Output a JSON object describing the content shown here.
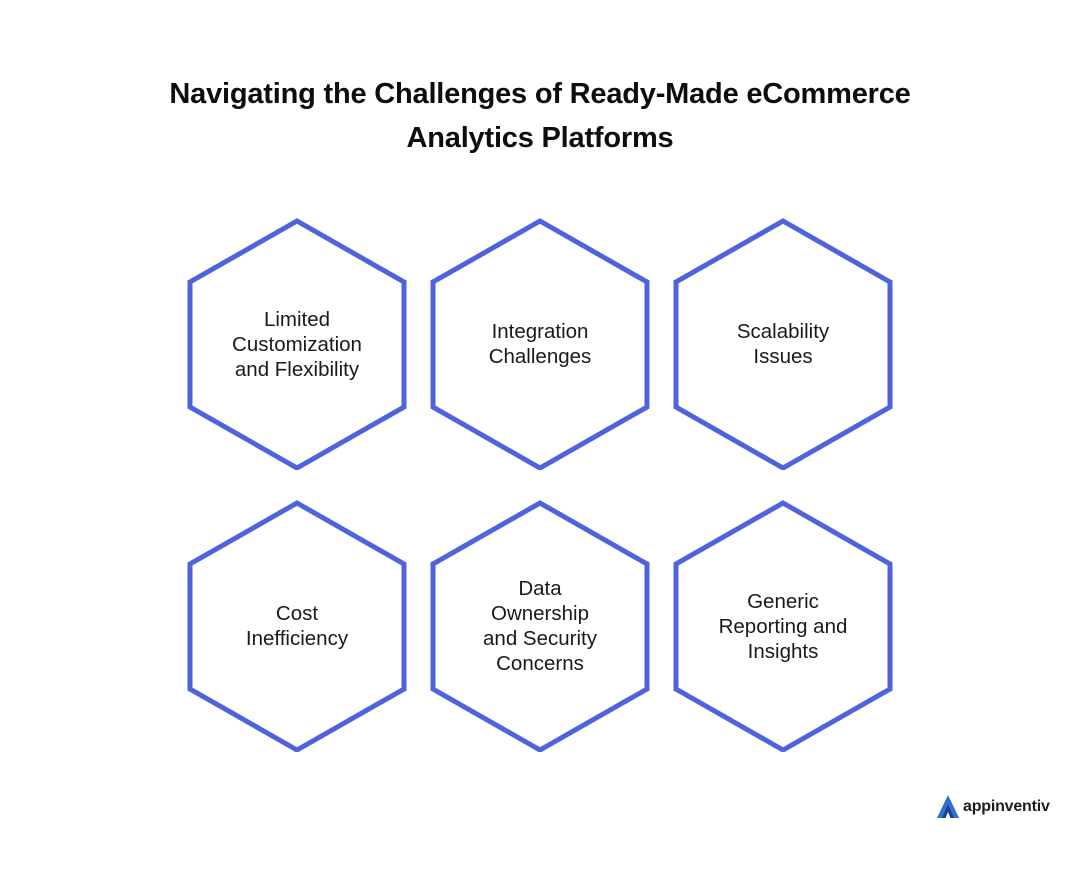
{
  "title": {
    "line1": "Navigating the Challenges of Ready-Made eCommerce",
    "line2": "Analytics Platforms"
  },
  "accent_color": "#4f63dd",
  "hexagons": [
    {
      "lines": [
        "Limited",
        "Customization",
        "and Flexibility"
      ]
    },
    {
      "lines": [
        "Integration",
        "Challenges"
      ]
    },
    {
      "lines": [
        "Scalability",
        "Issues"
      ]
    },
    {
      "lines": [
        "Cost",
        "Inefficiency"
      ]
    },
    {
      "lines": [
        "Data",
        "Ownership",
        "and Security",
        "Concerns"
      ]
    },
    {
      "lines": [
        "Generic",
        "Reporting and",
        "Insights"
      ]
    }
  ],
  "brand": {
    "name": "appinventiv",
    "icon": "appinventiv-logo-icon"
  }
}
